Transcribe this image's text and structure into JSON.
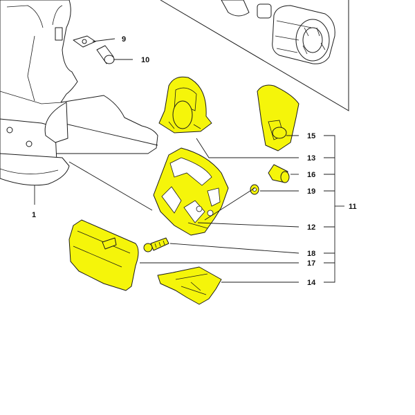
{
  "diagram": {
    "highlight_color": "#f5f50a",
    "line_color": "#1a1a1a",
    "callouts": {
      "c1": "1",
      "c9": "9",
      "c10": "10",
      "c11": "11",
      "c12": "12",
      "c13": "13",
      "c14": "14",
      "c15": "15",
      "c16": "16",
      "c17": "17",
      "c18": "18",
      "c19": "19"
    }
  }
}
